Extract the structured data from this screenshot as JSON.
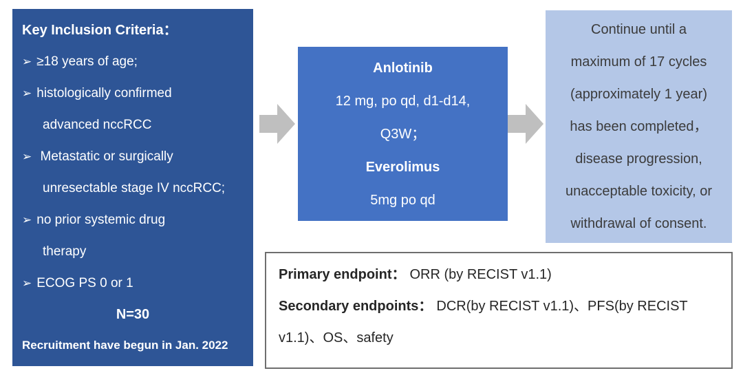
{
  "inclusion_box": {
    "title": "Key Inclusion Criteria：",
    "bullet_icon": "➢",
    "bullets": [
      {
        "lines": [
          "≥18 years of age;"
        ]
      },
      {
        "lines": [
          "histologically confirmed",
          "advanced nccRCC"
        ]
      },
      {
        "lines": [
          " Metastatic or surgically",
          "unresectable stage IV nccRCC;"
        ]
      },
      {
        "lines": [
          "no prior systemic drug",
          "therapy"
        ]
      },
      {
        "lines": [
          "ECOG PS 0 or 1"
        ]
      }
    ],
    "sample_size": "N=30",
    "recruitment_note": "Recruitment have begun in Jan. 2022",
    "bg_color": "#2E5596",
    "text_color": "#FFFFFF"
  },
  "treatment_box": {
    "lines": [
      {
        "text": "Anlotinib",
        "bold": true
      },
      {
        "text": "12 mg, po qd, d1-d14,",
        "bold": false
      },
      {
        "text": "Q3W；",
        "bold": false
      },
      {
        "text": "Everolimus",
        "bold": true
      },
      {
        "text": "5mg po qd",
        "bold": false
      }
    ],
    "bg_color": "#4472C4",
    "text_color": "#FFFFFF"
  },
  "continuation_box": {
    "lines": [
      "Continue until a",
      "maximum of 17 cycles",
      "(approximately 1 year)",
      "has been completed，",
      "disease progression,",
      "unacceptable toxicity, or",
      "withdrawal of consent."
    ],
    "bg_color": "#B4C7E7",
    "text_color": "#3B3B3B"
  },
  "endpoints_box": {
    "primary_label": "Primary endpoint：",
    "primary_value": "ORR (by RECIST v1.1)",
    "secondary_label": "Secondary endpoints：",
    "secondary_value": "DCR(by RECIST v1.1)、PFS(by RECIST v1.1)、OS、safety",
    "border_color": "#6E6E6E",
    "bg_color": "#FFFFFF",
    "text_color": "#262626"
  },
  "arrows": {
    "color": "#BFBFBF"
  }
}
